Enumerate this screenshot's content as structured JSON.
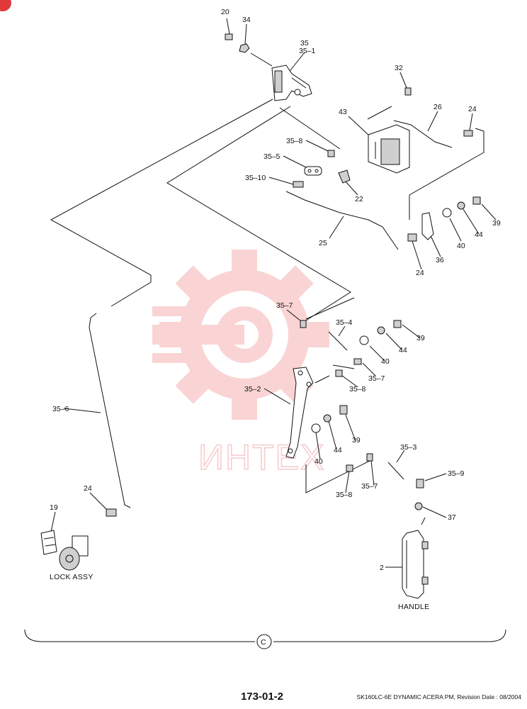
{
  "corner_badge": {
    "color": "#e03a3a"
  },
  "watermark": {
    "text": "ИНТЕХ",
    "color": "#f4a3a3"
  },
  "labels": {
    "p20": "20",
    "p34": "34",
    "p35": "35",
    "p35_1": "35–1",
    "p32": "32",
    "p43": "43",
    "p26": "26",
    "p24a": "24",
    "p35_8a": "35–8",
    "p35_5": "35–5",
    "p35_10": "35–10",
    "p22": "22",
    "p25": "25",
    "p39a": "39",
    "p44a": "44",
    "p40a": "40",
    "p36": "36",
    "p24b": "24",
    "p35_7a": "35–7",
    "p35_4": "35–4",
    "p39b": "39",
    "p44b": "44",
    "p40b": "40",
    "p35_7b": "35–7",
    "p35_8b": "35–8",
    "p35_2": "35–2",
    "p35_6": "35–6",
    "p39c": "39",
    "p44c": "44",
    "p40c": "40",
    "p35_3": "35–3",
    "p35_9": "35–9",
    "p35_7c": "35–7",
    "p35_8c": "35–8",
    "p37": "37",
    "p24c": "24",
    "p19": "19",
    "p2": "2"
  },
  "captions": {
    "lock_assy": "LOCK ASSY",
    "handle": "HANDLE"
  },
  "divider_symbol": "C",
  "page_number": "173-01-2",
  "footer_text": "SK160LC-6E DYNAMIC ACERA PM, Revision Date : 08/2004"
}
